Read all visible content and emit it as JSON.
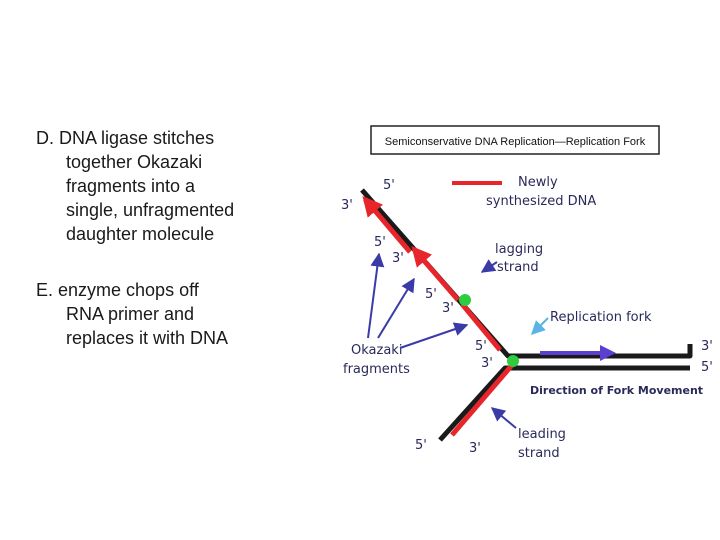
{
  "points": [
    {
      "id": "D",
      "lines": [
        "D. DNA ligase stitches",
        "together  Okazaki",
        "fragments into a",
        "single, unfragmented",
        "daughter molecule"
      ]
    },
    {
      "id": "E",
      "lines": [
        "E.  enzyme chops off",
        "RNA primer and",
        "replaces it with DNA"
      ]
    }
  ],
  "diagram": {
    "title": "Semiconservative DNA Replication—Replication Fork",
    "legend": {
      "line1": "Newly",
      "line2": "synthesized DNA",
      "color": "#e8252a"
    },
    "labels": {
      "lagging1": "lagging",
      "lagging2": "strand",
      "fork": "Replication fork",
      "okazaki1": "Okazaki",
      "okazaki2": "fragments",
      "direction": "Direction of Fork Movement",
      "leading1": "leading",
      "leading2": "strand"
    },
    "ends": {
      "top_5": "5'",
      "top_3": "3'",
      "frag1_5": "5'",
      "frag1_3": "3'",
      "frag2_5": "5'",
      "frag2_3": "3'",
      "frag3_5": "5'",
      "frag3_3": "3'",
      "right_3": "3'",
      "right_5": "5'",
      "bottom_5": "5'",
      "bottom_3": "3'"
    },
    "colors": {
      "strand": "#1a1a1a",
      "new_dna": "#e8252a",
      "ligase_dot": "#2ecc40",
      "arrow": "#3b3ba8",
      "fork_arrow": "#5ab4e6",
      "direction_arrow": "#5a3fd0"
    }
  }
}
